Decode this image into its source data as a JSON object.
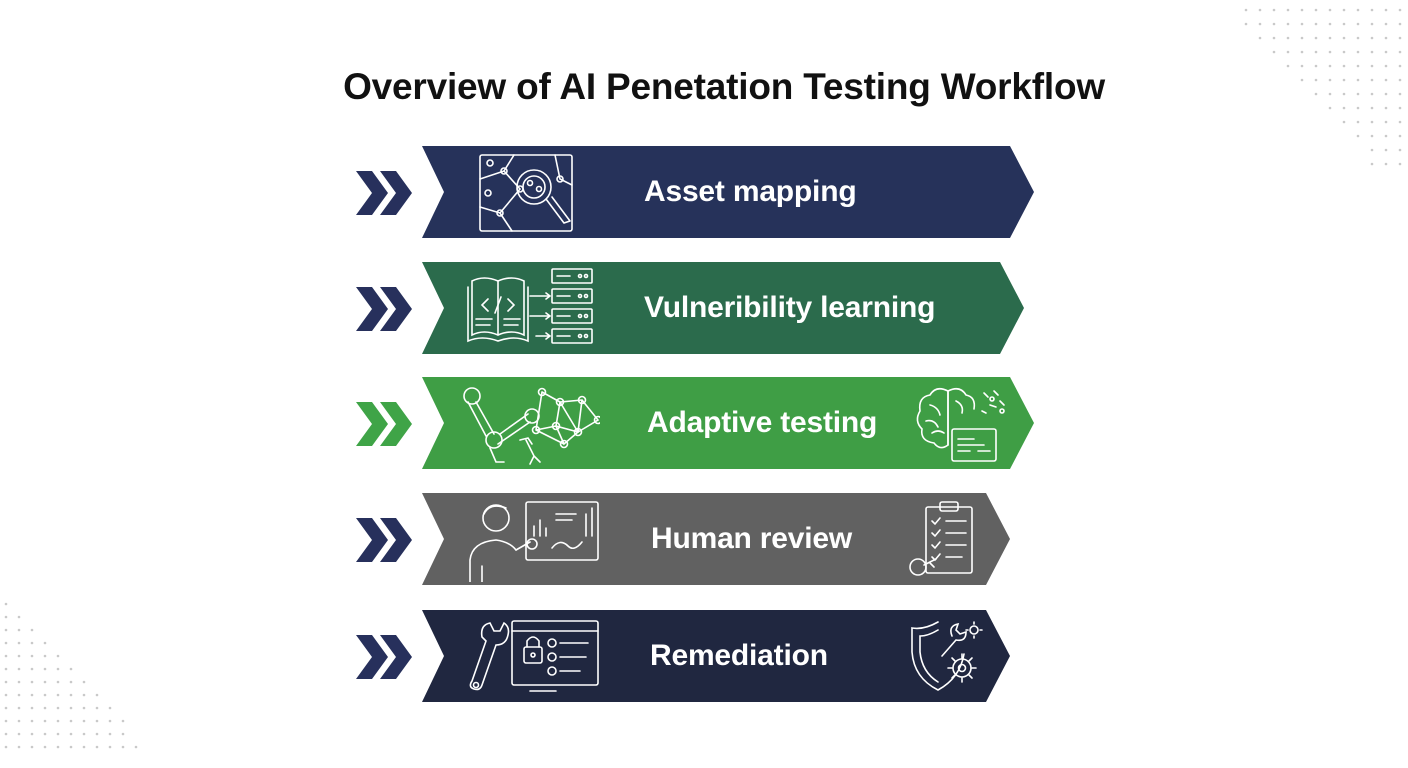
{
  "title": "Overview of AI Penetation Testing Workflow",
  "colors": {
    "navy": "#26325a",
    "dark_green": "#2b6b4c",
    "green": "#3f9e45",
    "gray": "#616161",
    "dark_navy": "#202740",
    "chevron_navy": "#27305c",
    "chevron_green": "#3fa447"
  },
  "steps": [
    {
      "label": "Asset mapping",
      "left_icon": "map-magnifier-icon",
      "right_icon": ""
    },
    {
      "label": "Vulneribility learning",
      "left_icon": "code-book-servers-icon",
      "right_icon": ""
    },
    {
      "label": "Adaptive testing",
      "left_icon": "robot-arm-network-icon",
      "right_icon": "brain-chip-icon"
    },
    {
      "label": "Human review",
      "left_icon": "analyst-dashboard-icon",
      "right_icon": "checklist-clipboard-icon"
    },
    {
      "label": "Remediation",
      "left_icon": "wrench-lock-screen-icon",
      "right_icon": "shield-gears-icon"
    }
  ]
}
